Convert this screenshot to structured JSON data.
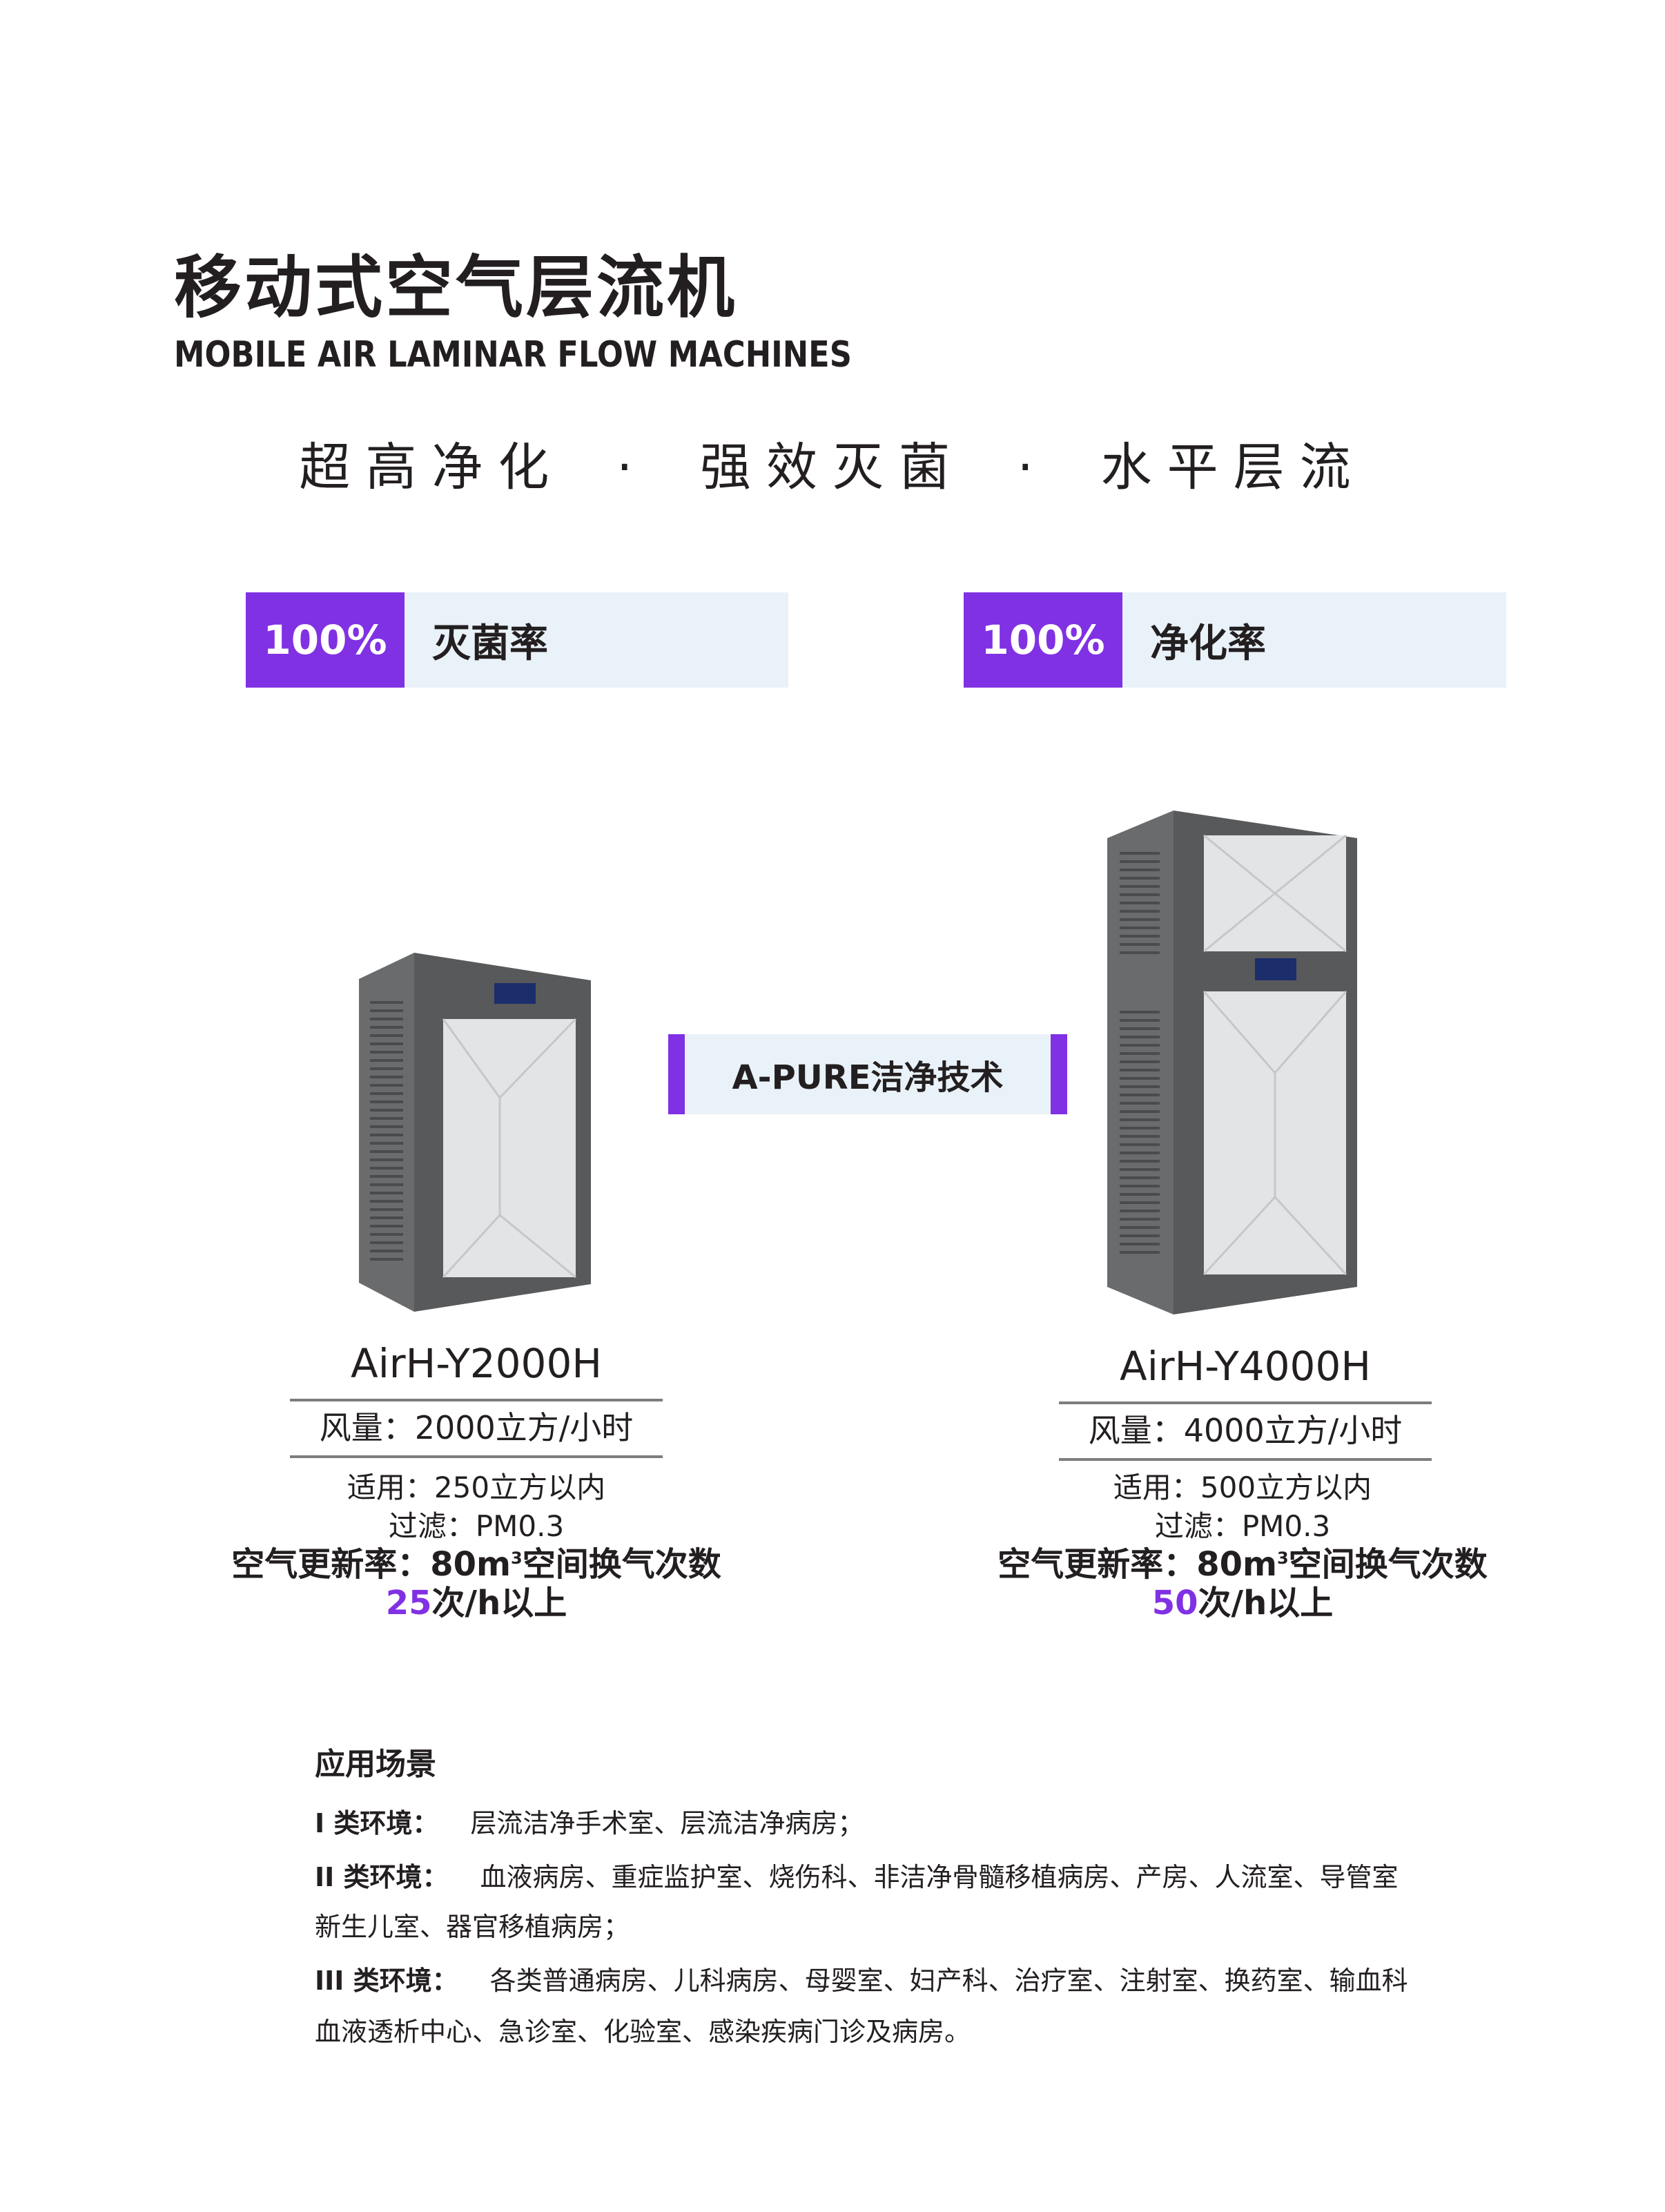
{
  "header": {
    "title_cn": "移动式空气层流机",
    "title_en": "MOBILE AIR LAMINAR FLOW MACHINES"
  },
  "slogan": {
    "item1": "超高净化",
    "sep": "·",
    "item2": "强效灭菌",
    "item3": "水平层流"
  },
  "badges": [
    {
      "value": "100%",
      "label": "灭菌率"
    },
    {
      "value": "100%",
      "label": "净化率"
    }
  ],
  "tech_label": "A-PURE洁净技术",
  "products": [
    {
      "model": "AirH-Y2000H",
      "airflow": "风量：2000立方/小时",
      "suitable": "适用：250立方以内",
      "filter": "过滤：PM0.3",
      "renewal_prefix": "空气更新率：80m",
      "renewal_sup": "3",
      "renewal_suffix": "空间换气次数",
      "rate_value": "25",
      "rate_unit": "次/h以上"
    },
    {
      "model": "AirH-Y4000H",
      "airflow": "风量：4000立方/小时",
      "suitable": "适用：500立方以内",
      "filter": "过滤：PM0.3",
      "renewal_prefix": "空气更新率：80m",
      "renewal_sup": "3",
      "renewal_suffix": "空间换气次数",
      "rate_value": "50",
      "rate_unit": "次/h以上"
    }
  ],
  "applications": {
    "title": "应用场景",
    "class1_label": "I 类环境：",
    "class1_text": "层流洁净手术室、层流洁净病房；",
    "class2_label": "II 类环境：",
    "class2_text": "血液病房、重症监护室、烧伤科、非洁净骨髓移植病房、产房、人流室、导管室",
    "class2_text_cont": "新生儿室、器官移植病房；",
    "class3_label": "III 类环境：",
    "class3_text": "各类普通病房、儿科病房、母婴室、妇产科、治疗室、注射室、换药室、输血科",
    "class3_text_cont": "血液透析中心、急诊室、化验室、感染疾病门诊及病房。"
  },
  "colors": {
    "accent": "#8031e3",
    "badge_bg": "#e9f2f8",
    "text": "#231f20",
    "cabinet_dark": "#5a5b5d",
    "panel_light": "#dfe1e2"
  }
}
